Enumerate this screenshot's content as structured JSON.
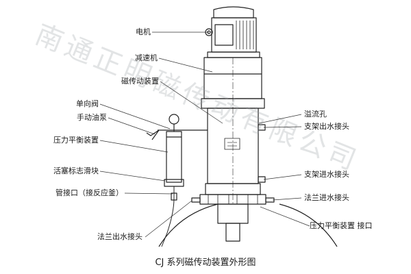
{
  "watermark": "南通正明磁传动有限公司",
  "caption": "CJ 系列磁传动装置外形图",
  "labels": {
    "motor": "电机",
    "reducer": "减速机",
    "mag_drive": "磁传动装置",
    "check_valve": "单向阀",
    "hand_pump": "手动油泵",
    "pressure_balancer": "压力平衡装置",
    "piston_slider": "活塞标志滑块",
    "pipe_port": "管接口（接反应釜）",
    "flange_outlet": "法兰出水接头",
    "overflow_hole": "溢流孔",
    "bracket_outlet": "支架出水接头",
    "bracket_inlet": "支架进水接头",
    "flange_inlet": "法兰进水接头",
    "balancer_port": "压力平衡装置 接口"
  },
  "colors": {
    "line": "#222222",
    "leader": "#333333",
    "watermark": "#9aa0a6"
  }
}
